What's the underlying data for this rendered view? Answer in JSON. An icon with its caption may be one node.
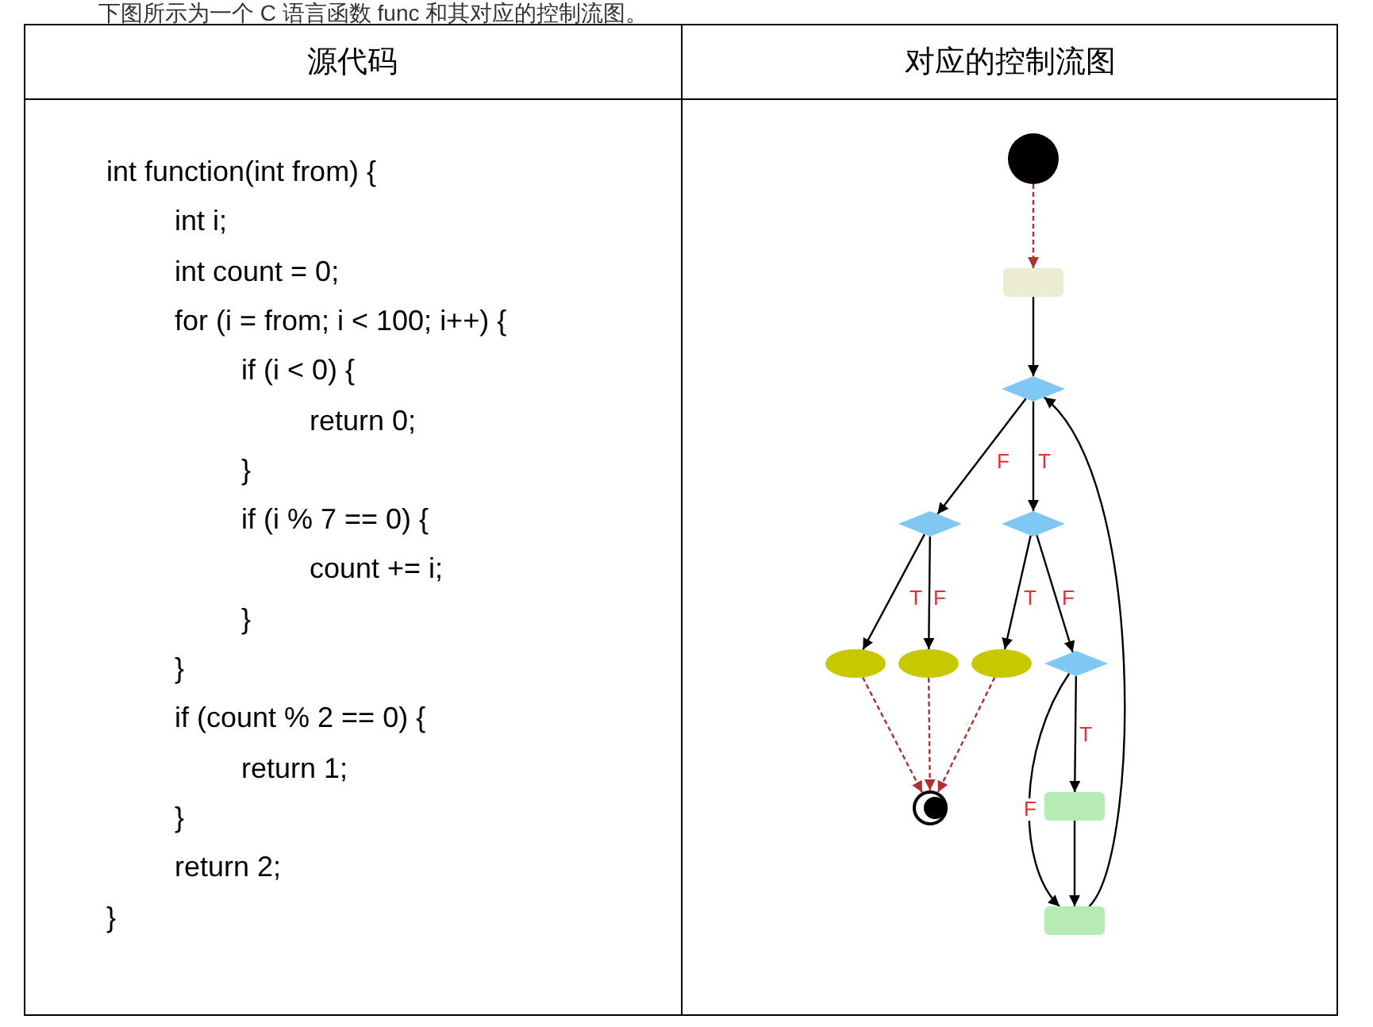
{
  "diagram": {
    "title": "下图所示为一个 C 语言函数 func 和其对应的控制流图。",
    "nodes": [
      {
        "text": [],
        "shape": "circle"
      },
      {
        "text": [],
        "shape": "box"
      },
      {
        "text": [],
        "shape": "diamond"
      },
      {
        "text": [],
        "shape": "diamond"
      },
      {
        "text": [],
        "shape": "diamond"
      },
      {
        "text": [],
        "shape": "ellipse"
      },
      {
        "text": [],
        "shape": "ellipse"
      },
      {
        "text": [],
        "shape": "ellipse"
      },
      {
        "text": [],
        "shape": "diamond"
      },
      {
        "text": [],
        "shape": "circle"
      },
      {
        "text": [],
        "shape": "box"
      },
      {
        "text": [],
        "shape": "box"
      }
    ],
    "edges": [
      {
        "from": 0,
        "to": 1,
        "arrow": "to",
        "style": "dashed",
        "color": "#b03030"
      },
      {
        "from": 1,
        "to": 2,
        "arrow": "to"
      },
      {
        "from": 2,
        "to": 3,
        "arrow": "to",
        "label": "F"
      },
      {
        "from": 2,
        "to": 4,
        "arrow": "to",
        "label": "T"
      },
      {
        "from": 3,
        "to": 5,
        "arrow": "to",
        "label": "T"
      },
      {
        "from": 3,
        "to": 6,
        "arrow": "to",
        "label": "F"
      },
      {
        "from": 4,
        "to": 7,
        "arrow": "to",
        "label": "T"
      },
      {
        "from": 4,
        "to": 8,
        "arrow": "to",
        "label": "F"
      },
      {
        "from": 5,
        "to": 9,
        "arrow": "to",
        "style": "dashed",
        "color": "#b03030"
      },
      {
        "from": 6,
        "to": 9,
        "arrow": "to",
        "style": "dashed",
        "color": "#b03030"
      },
      {
        "from": 7,
        "to": 9,
        "arrow": "to",
        "style": "dashed",
        "color": "#b03030"
      },
      {
        "from": 8,
        "to": 10,
        "arrow": "to",
        "label": "T"
      },
      {
        "from": 8,
        "to": 11,
        "arrow": "to",
        "label": "F"
      },
      {
        "from": 10,
        "to": 11,
        "arrow": "to"
      },
      {
        "from": 11,
        "to": 2,
        "arrow": "to"
      }
    ],
    "labels": [
      "源代码",
      "对应的控制流图",
      "int function(int from) {",
      "int i;",
      "int count = 0;",
      "for (i = from; i < 100; i++) {",
      "if (i < 0) {",
      "return 0;",
      "}",
      "if (i % 7 == 0) {",
      "count += i;",
      "}",
      "}",
      "if (count % 2 == 0) {",
      "return 1;",
      "}",
      "return 2;",
      "}"
    ]
  }
}
